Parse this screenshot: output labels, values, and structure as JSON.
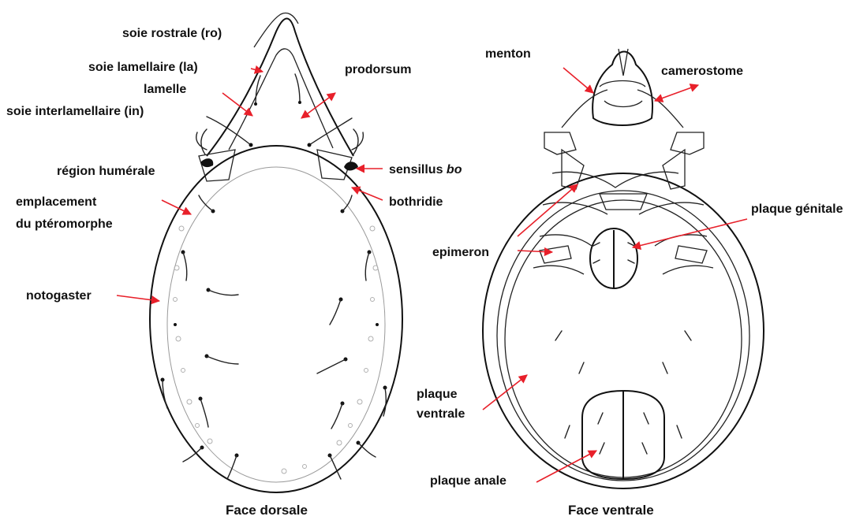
{
  "colors": {
    "arrow": "#e8202a",
    "outline": "#111111",
    "background": "#ffffff"
  },
  "dorsal": {
    "caption": "Face dorsale",
    "labels": {
      "soie_rostrale": "soie rostrale (ro)",
      "soie_lamellaire": "soie lamellaire (la)",
      "lamelle": "lamelle",
      "soie_interlamellaire": "soie interlamellaire (in)",
      "prodorsum": "prodorsum",
      "region_humerale": "région humérale",
      "sensillus": "sensillus ",
      "sensillus_abbr": "bo",
      "emplacement_1": "emplacement",
      "emplacement_2": "du ptéromorphe",
      "bothridie": "bothridie",
      "notogaster": "notogaster"
    }
  },
  "ventral": {
    "caption": "Face ventrale",
    "labels": {
      "menton": "menton",
      "camerostome": "camerostome",
      "plaque_genitale": "plaque génitale",
      "epimeron": "epimeron",
      "plaque_ventrale_1": "plaque",
      "plaque_ventrale_2": "ventrale",
      "plaque_anale": "plaque anale"
    }
  }
}
